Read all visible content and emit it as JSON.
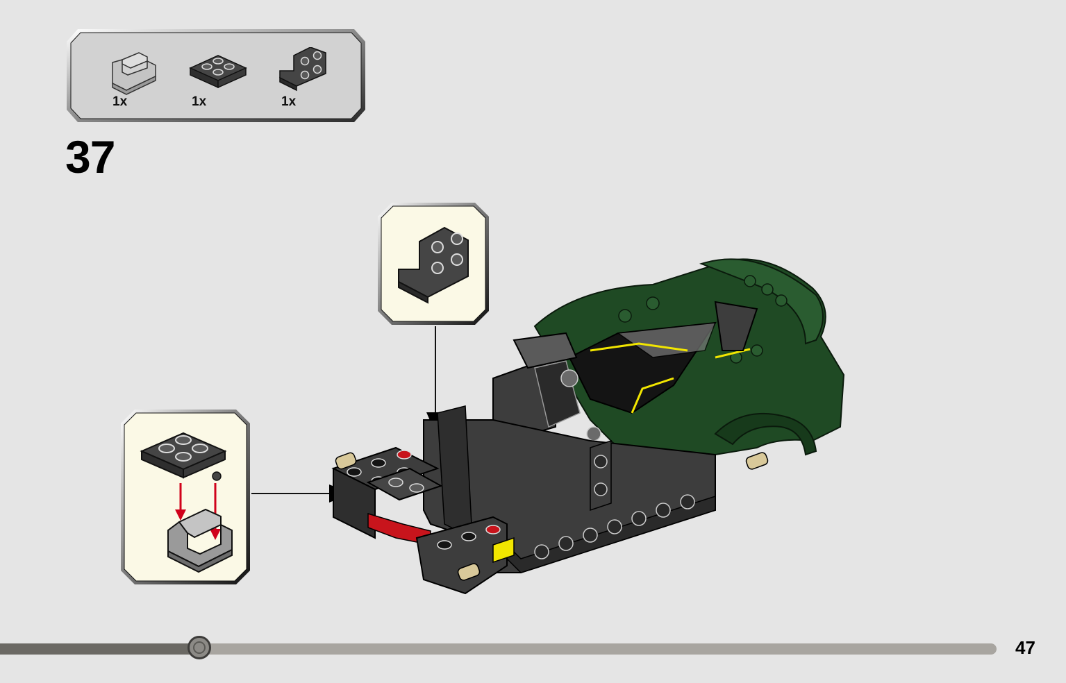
{
  "parts_list": {
    "items": [
      {
        "icon": "clip-bracket-icon",
        "qty": "1x",
        "color": "#c0c0c0"
      },
      {
        "icon": "plate-2x2-icon",
        "qty": "1x",
        "color": "#3c3c3c"
      },
      {
        "icon": "angle-bracket-2x2-icon",
        "qty": "1x",
        "color": "#3c3c3c"
      }
    ]
  },
  "step": {
    "number": "37"
  },
  "callouts": {
    "background": "#fbf9e6",
    "arrow_color": "#d0021b"
  },
  "model_colors": {
    "body_green": "#1f4a24",
    "dark_gray": "#3d3d3d",
    "black": "#141414",
    "yellow": "#f2e600",
    "red": "#c8141c",
    "tan": "#d9c99a"
  },
  "progress": {
    "fraction": 0.2
  },
  "page": {
    "number": "47"
  }
}
